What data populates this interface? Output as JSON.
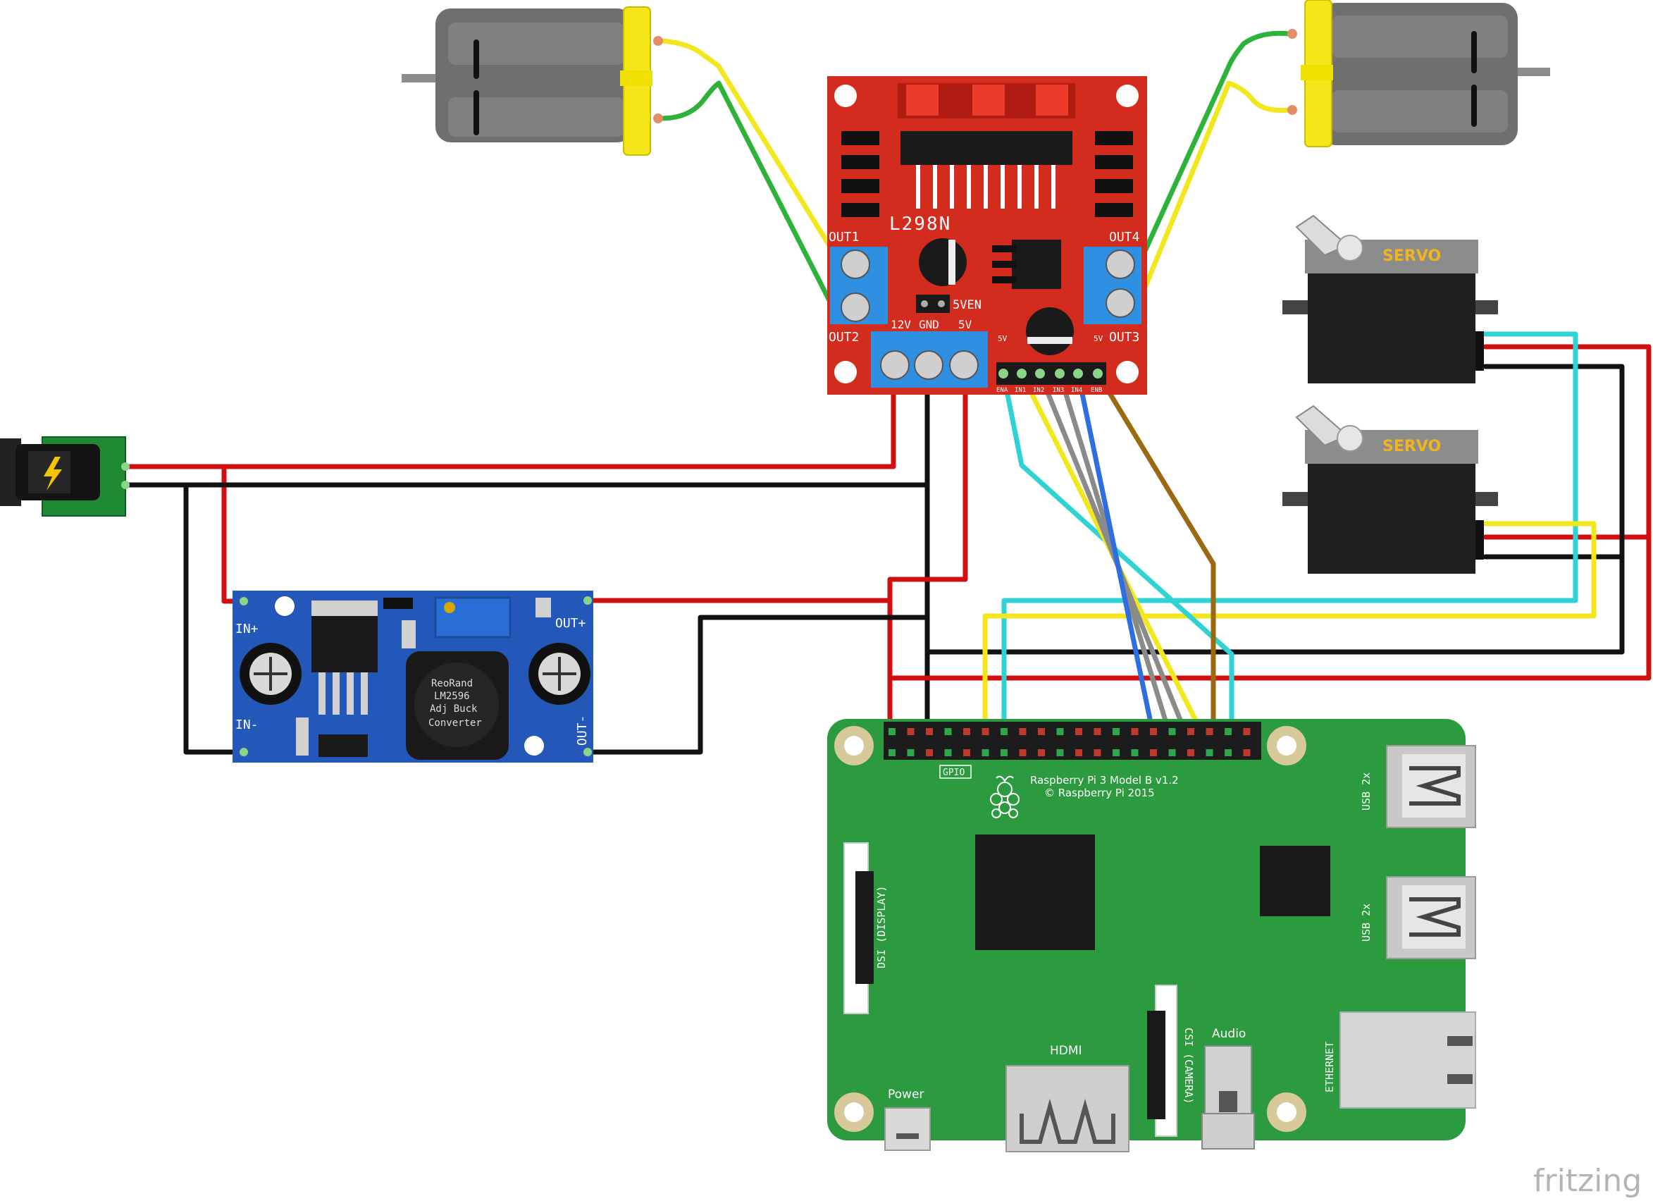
{
  "l298n": {
    "chip_label": "L298N",
    "out1": "OUT1",
    "out2": "OUT2",
    "out3": "OUT3",
    "out4": "OUT4",
    "jumper_label": "5VEN",
    "power_labels": [
      "12V",
      "GND",
      "5V"
    ],
    "header_small": "5V",
    "header_pins": [
      "ENA",
      "IN1",
      "IN2",
      "IN3",
      "IN4",
      "ENB"
    ]
  },
  "servo": {
    "label": "SERVO"
  },
  "buck": {
    "in_plus": "IN+",
    "in_minus": "IN-",
    "out_plus": "OUT+",
    "out_minus": "OUT-",
    "ic_text": [
      "ReoRand",
      "LM2596",
      "Adj Buck",
      "Converter"
    ]
  },
  "rpi": {
    "gpio_label": "GPIO",
    "model": "Raspberry Pi 3 Model B v1.2",
    "copyright": "© Raspberry Pi 2015",
    "usb1": "USB 2x",
    "usb2": "USB 2x",
    "ethernet": "ETHERNET",
    "dsi": "DSI (DISPLAY)",
    "csi": "CSI (CAMERA)",
    "audio": "Audio",
    "hdmi": "HDMI",
    "power": "Power"
  },
  "watermark": "fritzing",
  "colors": {
    "l298n_board": "#d32b1e",
    "rpi_board": "#2c9a3f",
    "buck_board": "#2458b8",
    "motor_cap": "#f5e61a",
    "wire_red": "#d01010",
    "wire_black": "#111111",
    "wire_yellow": "#f2e61c",
    "wire_green": "#2db33a",
    "wire_cyan": "#2fd3d3",
    "wire_blue": "#2d6fe0",
    "wire_gray": "#8a8a8a",
    "wire_brown": "#9a6a12",
    "terminal_blue": "#2f8fe0"
  }
}
